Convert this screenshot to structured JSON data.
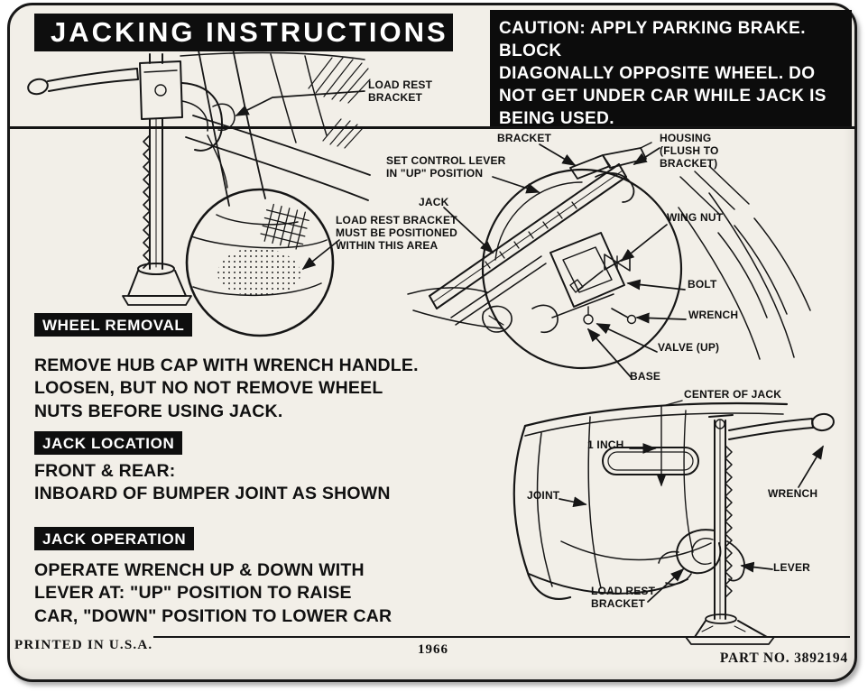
{
  "header": {
    "title": "JACKING INSTRUCTIONS",
    "caution": "CAUTION: APPLY PARKING BRAKE. BLOCK\nDIAGONALLY OPPOSITE WHEEL. DO\nNOT GET UNDER CAR WHILE JACK IS\nBEING USED."
  },
  "colors": {
    "background": "#f2efe8",
    "ink": "#101010",
    "bar_bg": "#0e0e0e",
    "bar_text": "#ffffff"
  },
  "diagram_labels": {
    "front_jack": {
      "load_rest_bracket": "LOAD REST\nBRACKET",
      "load_rest_area": "LOAD REST BRACKET\nMUST BE POSITIONED\nWITHIN THIS AREA"
    },
    "stowage": {
      "bracket": "BRACKET",
      "housing": "HOUSING\n(FLUSH TO\nBRACKET)",
      "set_control_lever": "SET CONTROL LEVER\nIN \"UP\" POSITION",
      "jack": "JACK",
      "wing_nut": "WING NUT",
      "bolt": "BOLT",
      "wrench": "WRENCH",
      "valve": "VALVE (UP)",
      "base": "BASE"
    },
    "rear_bumper": {
      "center_of_jack": "CENTER OF JACK",
      "one_inch": "1 INCH",
      "joint": "JOINT",
      "wrench": "WRENCH",
      "lever": "LEVER",
      "load_rest_bracket": "LOAD REST\nBRACKET"
    }
  },
  "sections": {
    "wheel_removal": {
      "heading": "WHEEL REMOVAL",
      "body": "REMOVE HUB CAP WITH WRENCH HANDLE.\nLOOSEN, BUT NO NOT REMOVE WHEEL\nNUTS BEFORE USING JACK."
    },
    "jack_location": {
      "heading": "JACK LOCATION",
      "body": "FRONT & REAR:\nINBOARD OF BUMPER JOINT AS SHOWN"
    },
    "jack_operation": {
      "heading": "JACK OPERATION",
      "body": "OPERATE WRENCH UP & DOWN WITH\nLEVER AT: \"UP\" POSITION TO RAISE\nCAR, \"DOWN\" POSITION TO LOWER CAR"
    }
  },
  "footer": {
    "printed_in": "PRINTED IN U.S.A.",
    "year": "1966",
    "part_no": "PART NO. 3892194"
  }
}
